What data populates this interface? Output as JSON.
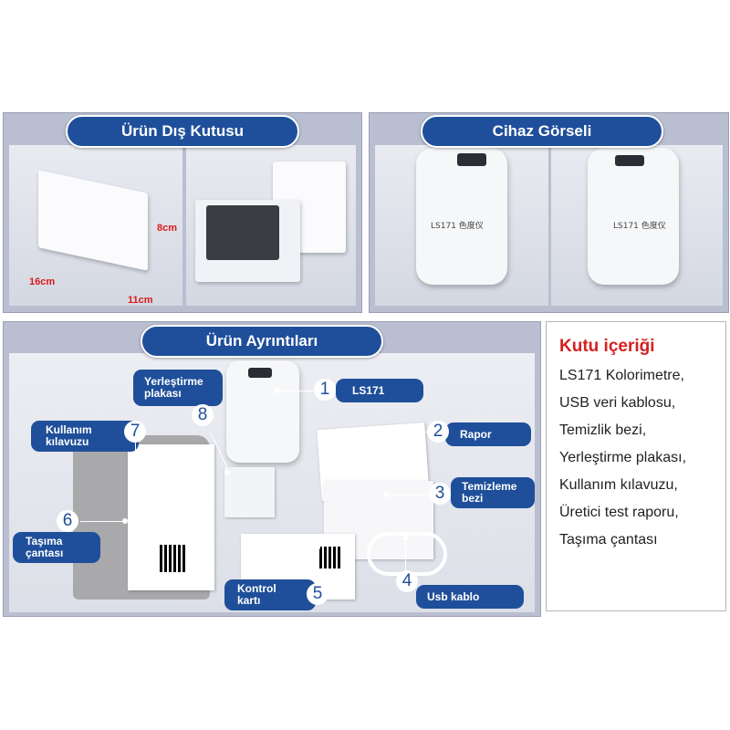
{
  "panels": {
    "outer_box": {
      "title": "Ürün Dış Kutusu",
      "dim_length": "16cm",
      "dim_width": "11cm",
      "dim_height": "8cm"
    },
    "device": {
      "title": "Cihaz Görseli",
      "device_label": "LS171 色度仪"
    },
    "details": {
      "title": "Ürün Ayrıntıları",
      "callouts": [
        {
          "num": "1",
          "label": "LS171"
        },
        {
          "num": "2",
          "label": "Rapor"
        },
        {
          "num": "3",
          "label_line1": "Temizleme",
          "label_line2": "bezi"
        },
        {
          "num": "4",
          "label": "Usb kablo"
        },
        {
          "num": "5",
          "label_line1": "Kontrol",
          "label_line2": "kartı"
        },
        {
          "num": "6",
          "label_line1": "Taşıma",
          "label_line2": "çantası"
        },
        {
          "num": "7",
          "label_line1": "Kullanım",
          "label_line2": "kılavuzu"
        },
        {
          "num": "8",
          "label_line1": "Yerleştirme",
          "label_line2": "plakası"
        }
      ]
    }
  },
  "contents": {
    "title": "Kutu içeriği",
    "items": [
      "LS171 Kolorimetre,",
      "USB veri kablosu,",
      "Temizlik bezi,",
      "Yerleştirme plakası,",
      "Kullanım kılavuzu,",
      "Üretici test raporu,",
      "Taşıma çantası"
    ]
  },
  "colors": {
    "accent": "#1f4f9a",
    "heading_red": "#d62020",
    "panel_bg": "#b9bfd0",
    "dimension_red": "#d81b1b"
  }
}
